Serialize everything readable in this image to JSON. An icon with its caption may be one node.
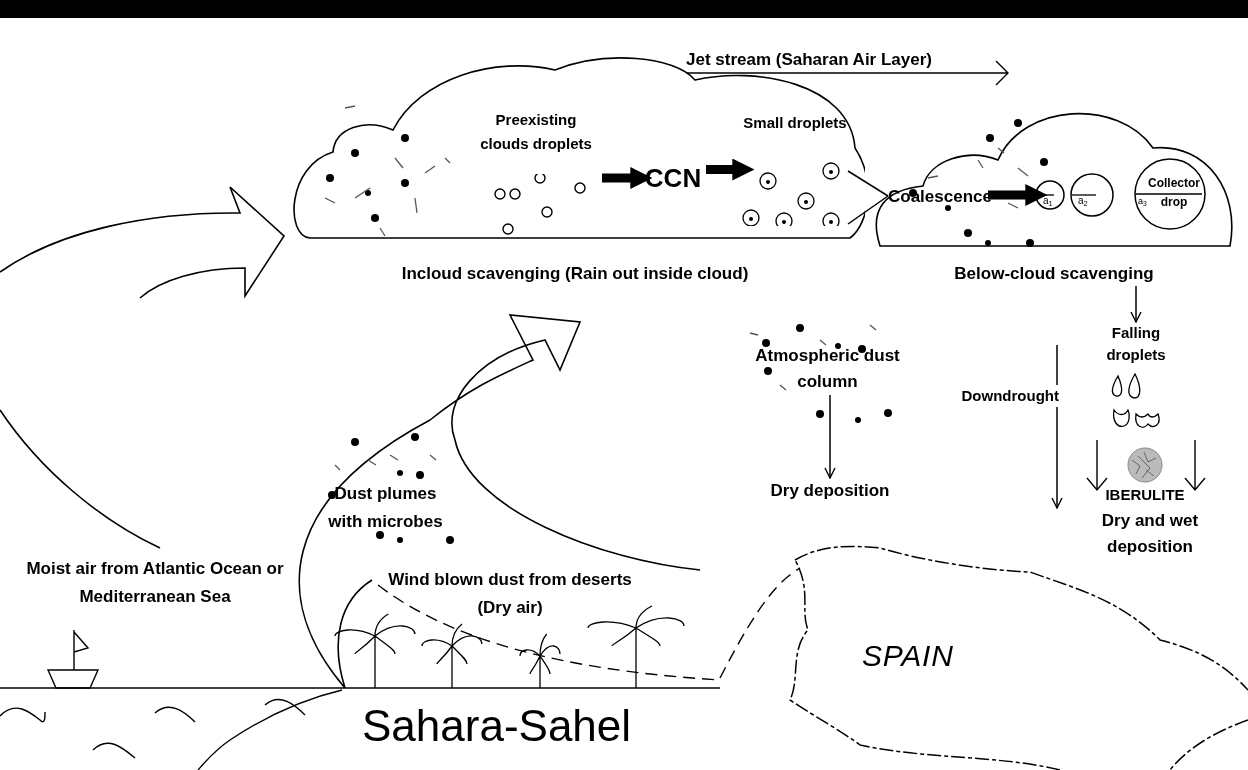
{
  "diagram": {
    "nodes": [
      {
        "text": [
          "Incloud scavenging (Rain out inside cloud)"
        ]
      },
      {
        "text": [
          "Preexisting clouds droplets"
        ],
        "in": 0
      },
      {
        "text": [
          "CCN"
        ],
        "in": 0
      },
      {
        "text": [
          "Small droplets"
        ],
        "in": 0
      },
      {
        "text": [
          "Below-cloud scavenging"
        ]
      },
      {
        "text": [
          "Coalescence"
        ],
        "in": 4
      },
      {
        "text": [
          "a$_{1}$"
        ],
        "in": 4
      },
      {
        "text": [
          "a$_{2}$"
        ],
        "in": 4
      },
      {
        "text": [
          "a$_{3}$",
          "Collector drop"
        ],
        "in": 4
      },
      {
        "text": [
          "Atmospheric dust column"
        ]
      },
      {
        "text": [
          "Dry deposition"
        ]
      },
      {
        "text": [
          "Falling droplets"
        ]
      },
      {
        "text": [
          "IBERULITE"
        ]
      },
      {
        "text": [
          "Dry and wet deposition"
        ]
      }
    ],
    "edges": [
      {
        "from": 1,
        "to": 2,
        "arrow": "to",
        "style": "thick"
      },
      {
        "from": 2,
        "to": 3,
        "arrow": "to",
        "style": "thick"
      },
      {
        "from": 3,
        "to": 5,
        "arrow": "none"
      },
      {
        "from": 5,
        "to": 6,
        "arrow": "to",
        "style": "thick"
      },
      {
        "from": 9,
        "to": 10,
        "arrow": "to"
      },
      {
        "from": 4,
        "to": 11,
        "arrow": "to"
      },
      {
        "from": null,
        "to": 13,
        "arrow": "to",
        "label": "Downdrought"
      }
    ],
    "labels": [
      "Jet stream (Saharan Air Layer)",
      "Dust plumes with microbes",
      "Moist air from Atlantic Ocean or Mediterranean Sea",
      "Wind blown dust from deserts (Dry air)",
      "SPAIN",
      "Sahara-Sahel"
    ]
  }
}
